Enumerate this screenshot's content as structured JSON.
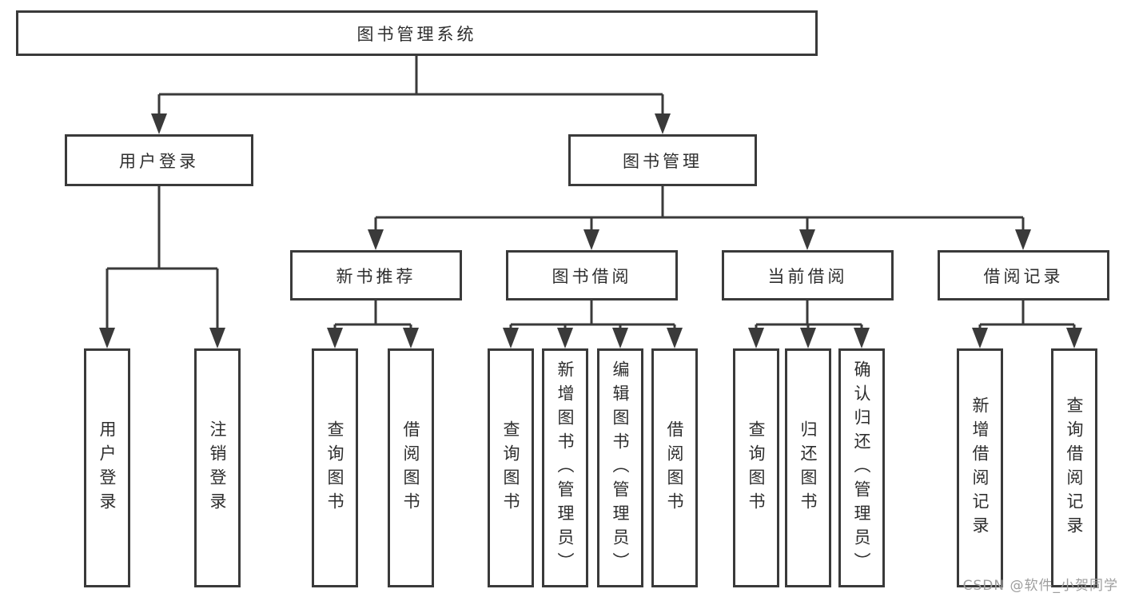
{
  "diagram": {
    "title": "图书管理系统",
    "tree": {
      "root": {
        "label": "图书管理系统",
        "children": [
          {
            "label": "用户登录",
            "children": [
              {
                "label": "用户登录"
              },
              {
                "label": "注销登录"
              }
            ]
          },
          {
            "label": "图书管理",
            "children": [
              {
                "label": "新书推荐",
                "children": [
                  {
                    "label": "查询图书"
                  },
                  {
                    "label": "借阅图书"
                  }
                ]
              },
              {
                "label": "图书借阅",
                "children": [
                  {
                    "label": "查询图书"
                  },
                  {
                    "label": "新增图书（管理员）"
                  },
                  {
                    "label": "编辑图书（管理员）"
                  },
                  {
                    "label": "借阅图书"
                  }
                ]
              },
              {
                "label": "当前借阅",
                "children": [
                  {
                    "label": "查询图书"
                  },
                  {
                    "label": "归还图书"
                  },
                  {
                    "label": "确认归还（管理员）"
                  }
                ]
              },
              {
                "label": "借阅记录",
                "children": [
                  {
                    "label": "新增借阅记录"
                  },
                  {
                    "label": "查询借阅记录"
                  }
                ]
              }
            ]
          }
        ]
      }
    }
  },
  "watermark": {
    "text": "CSDN @软件_小贺同学",
    "color": "#9e9e9e"
  },
  "colors": {
    "line": "#3a3a3a",
    "box_border": "#3a3a3a",
    "box_bg": "#ffffff",
    "text": "#2e2e2e"
  }
}
